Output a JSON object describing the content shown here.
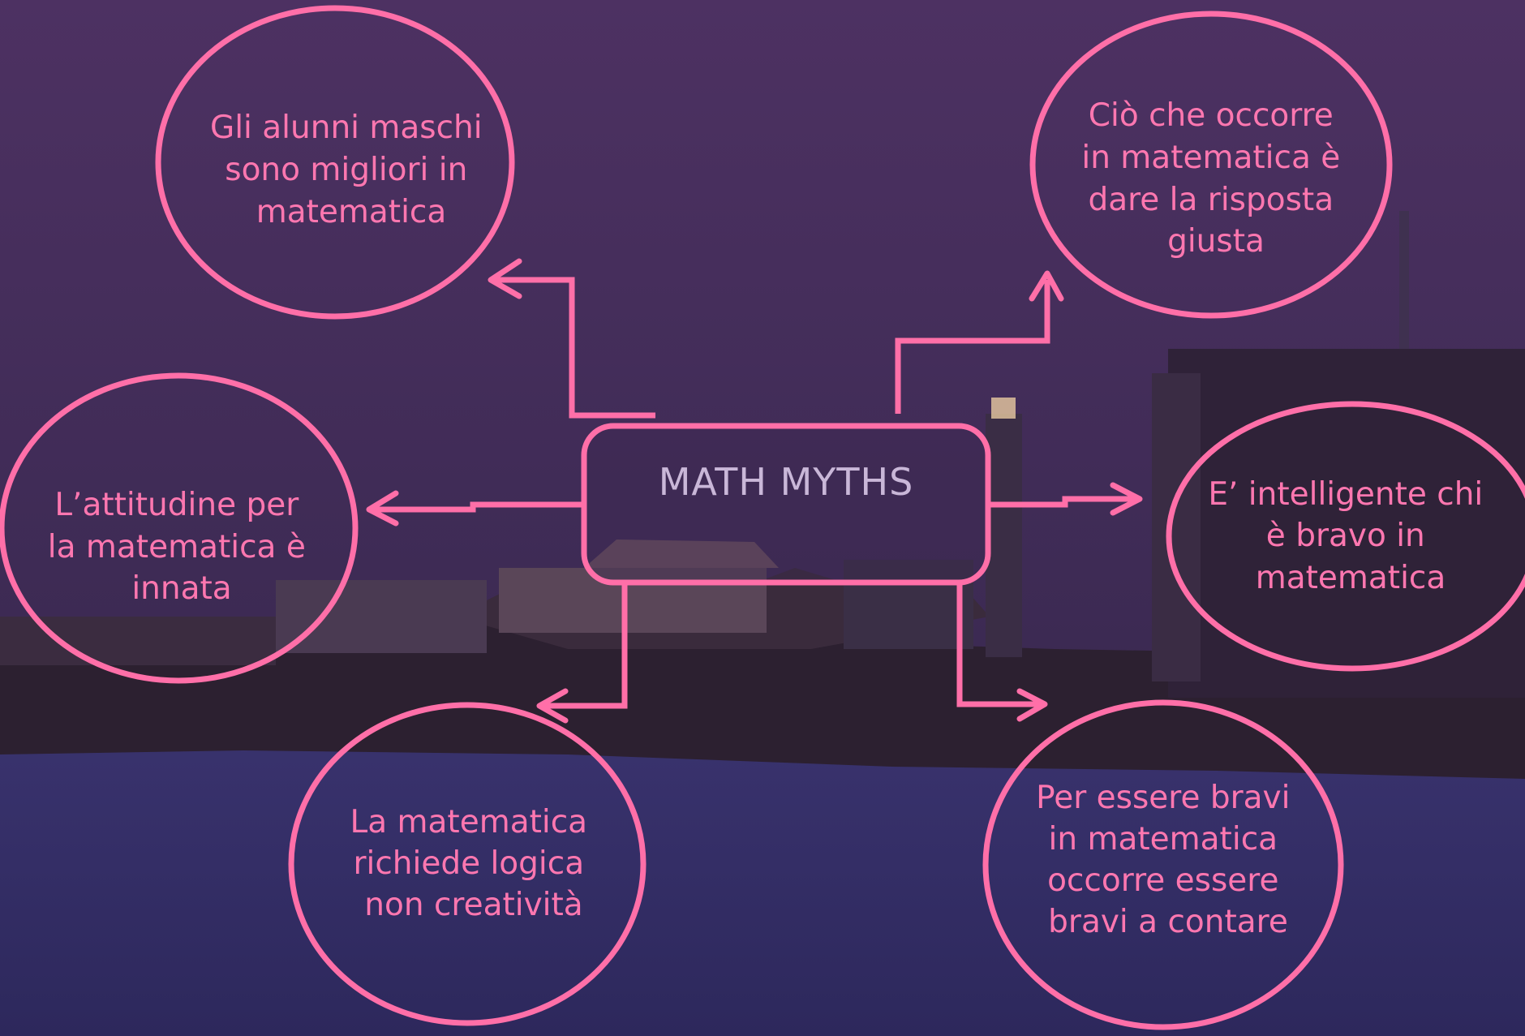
{
  "center": {
    "title": "MATH MYTHS"
  },
  "myths": [
    {
      "id": "top-left",
      "lines": [
        "Gli alunni maschi",
        "sono migliori in",
        "matematica"
      ]
    },
    {
      "id": "top-right",
      "lines": [
        "Ciò che occorre",
        "in matematica è",
        "dare la risposta",
        "giusta"
      ]
    },
    {
      "id": "middle-left",
      "lines": [
        "L’attitudine per",
        "la matematica è",
        "innata"
      ]
    },
    {
      "id": "middle-right",
      "lines": [
        "E’ intelligente chi",
        "è bravo in",
        "matematica"
      ]
    },
    {
      "id": "bottom-left",
      "lines": [
        "La matematica",
        "richiede logica",
        "non creatività"
      ]
    },
    {
      "id": "bottom-right",
      "lines": [
        "Per essere bravi",
        "in matematica",
        "occorre essere",
        "bravi a contare"
      ]
    }
  ],
  "colors": {
    "accent": "#ff6fa8",
    "text": "#ff77b0",
    "center_text": "#c9b7d8",
    "sky": "#4a3160",
    "water": "#3f3570"
  }
}
